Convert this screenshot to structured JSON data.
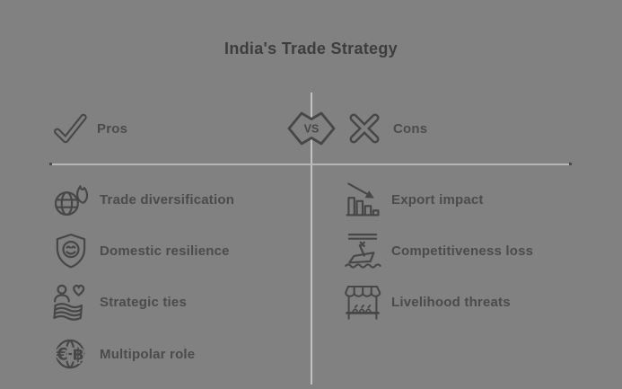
{
  "title": "India's Trade Strategy",
  "colors": {
    "background": "#818181",
    "icon_ink": "#474747",
    "title_ink": "#3d3d3d",
    "label_ink": "#4b4b4b",
    "divider": "#bababa"
  },
  "header": {
    "pros_label": "Pros",
    "vs_label": "VS",
    "cons_label": "Cons",
    "pros_icon": "checkmark-icon",
    "cons_icon": "x-cross-icon"
  },
  "pros": {
    "items": [
      {
        "label": "Trade diversification",
        "icon": "globe-flame-icon"
      },
      {
        "label": "Domestic resilience",
        "icon": "shield-smiley-icon"
      },
      {
        "label": "Strategic ties",
        "icon": "person-heart-flag-icon"
      },
      {
        "label": "Multipolar role",
        "icon": "globe-currencies-icon"
      }
    ]
  },
  "cons": {
    "items": [
      {
        "label": "Export impact",
        "icon": "declining-bar-chart-icon"
      },
      {
        "label": "Competitiveness loss",
        "icon": "sinking-ship-icon"
      },
      {
        "label": "Livelihood threats",
        "icon": "market-stall-icon"
      }
    ]
  }
}
